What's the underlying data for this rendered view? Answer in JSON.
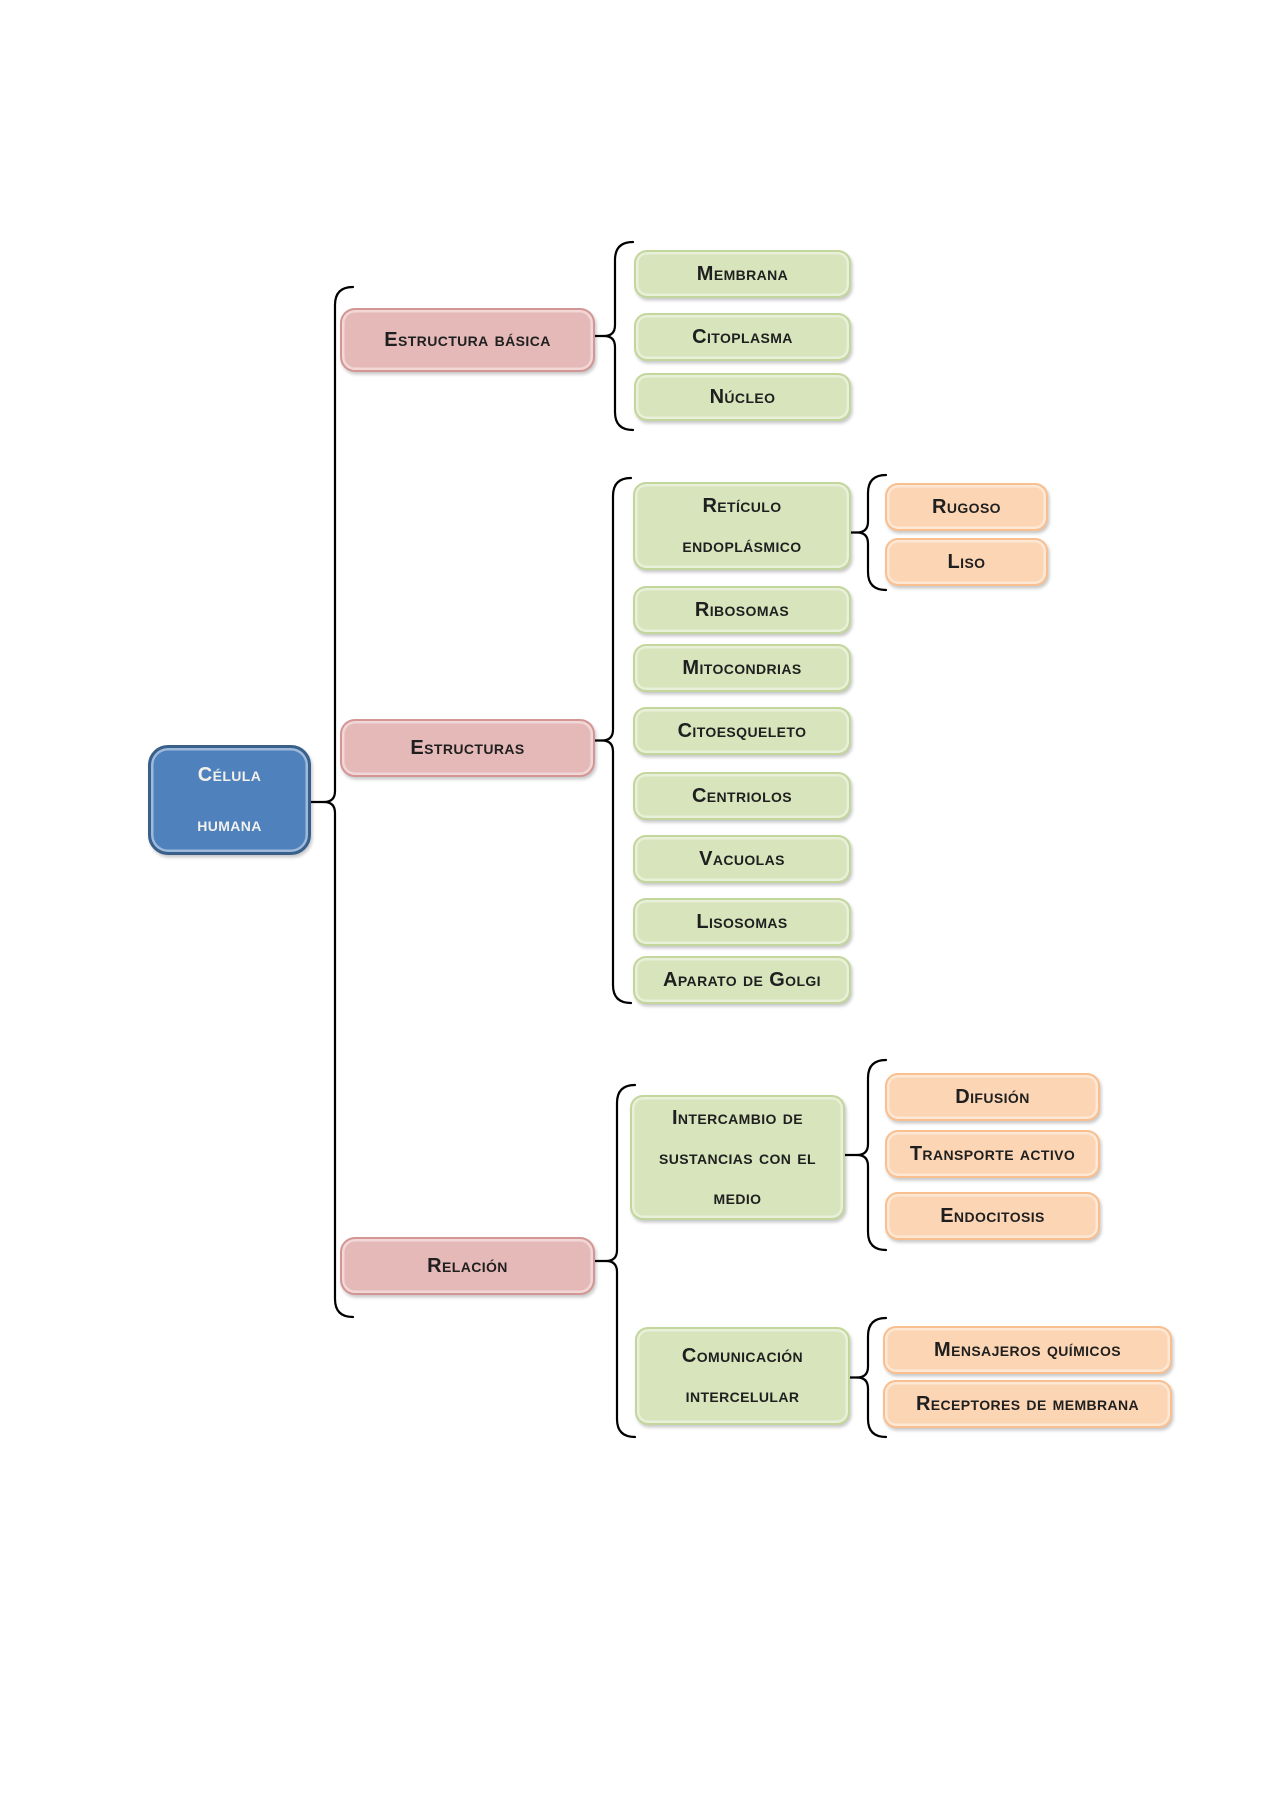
{
  "diagram": {
    "root": {
      "id": "celula-humana",
      "label": "Célula humana"
    },
    "branches": [
      {
        "id": "estructura-basica",
        "label": "Estructura básica",
        "children": [
          {
            "id": "membrana",
            "label": "Membrana"
          },
          {
            "id": "citoplasma",
            "label": "Citoplasma"
          },
          {
            "id": "nucleo",
            "label": "Núcleo"
          }
        ]
      },
      {
        "id": "estructuras",
        "label": "Estructuras",
        "children": [
          {
            "id": "reticulo-endoplasmico",
            "label": "Retículo endoplásmico",
            "children": [
              {
                "id": "rugoso",
                "label": "Rugoso"
              },
              {
                "id": "liso",
                "label": "Liso"
              }
            ]
          },
          {
            "id": "ribosomas",
            "label": "Ribosomas"
          },
          {
            "id": "mitocondrias",
            "label": "Mitocondrias"
          },
          {
            "id": "citoesqueleto",
            "label": "Citoesqueleto"
          },
          {
            "id": "centriolos",
            "label": "Centriolos"
          },
          {
            "id": "vacuolas",
            "label": "Vacuolas"
          },
          {
            "id": "lisosomas",
            "label": "Lisosomas"
          },
          {
            "id": "aparato-de-golgi",
            "label": "Aparato de Golgi"
          }
        ]
      },
      {
        "id": "relacion",
        "label": "Relación",
        "children": [
          {
            "id": "intercambio-de-sustancias",
            "label": "Intercambio de sustancias con el medio",
            "children": [
              {
                "id": "difusion",
                "label": "Difusión"
              },
              {
                "id": "transporte-activo",
                "label": "Transporte activo"
              },
              {
                "id": "endocitosis",
                "label": "Endocitosis"
              }
            ]
          },
          {
            "id": "comunicacion-intercelular",
            "label": "Comunicación intercelular",
            "children": [
              {
                "id": "mensajeros-quimicos",
                "label": "Mensajeros químicos"
              },
              {
                "id": "receptores-de-membrana",
                "label": "Receptores de membrana"
              }
            ]
          }
        ]
      }
    ],
    "colors": {
      "background": "#ffffff",
      "connector": "#000000",
      "text": "#1f1f1f",
      "root_fill": "#4f81bd",
      "root_border": "#38608a",
      "root_text": "#f2f1ec",
      "branch_fill": "#e5b9b7",
      "branch_border": "#d49694",
      "green_fill": "#d7e4bc",
      "green_border": "#c3d69b",
      "orange_fill": "#fcd5b4",
      "orange_border": "#fabf8f"
    }
  }
}
